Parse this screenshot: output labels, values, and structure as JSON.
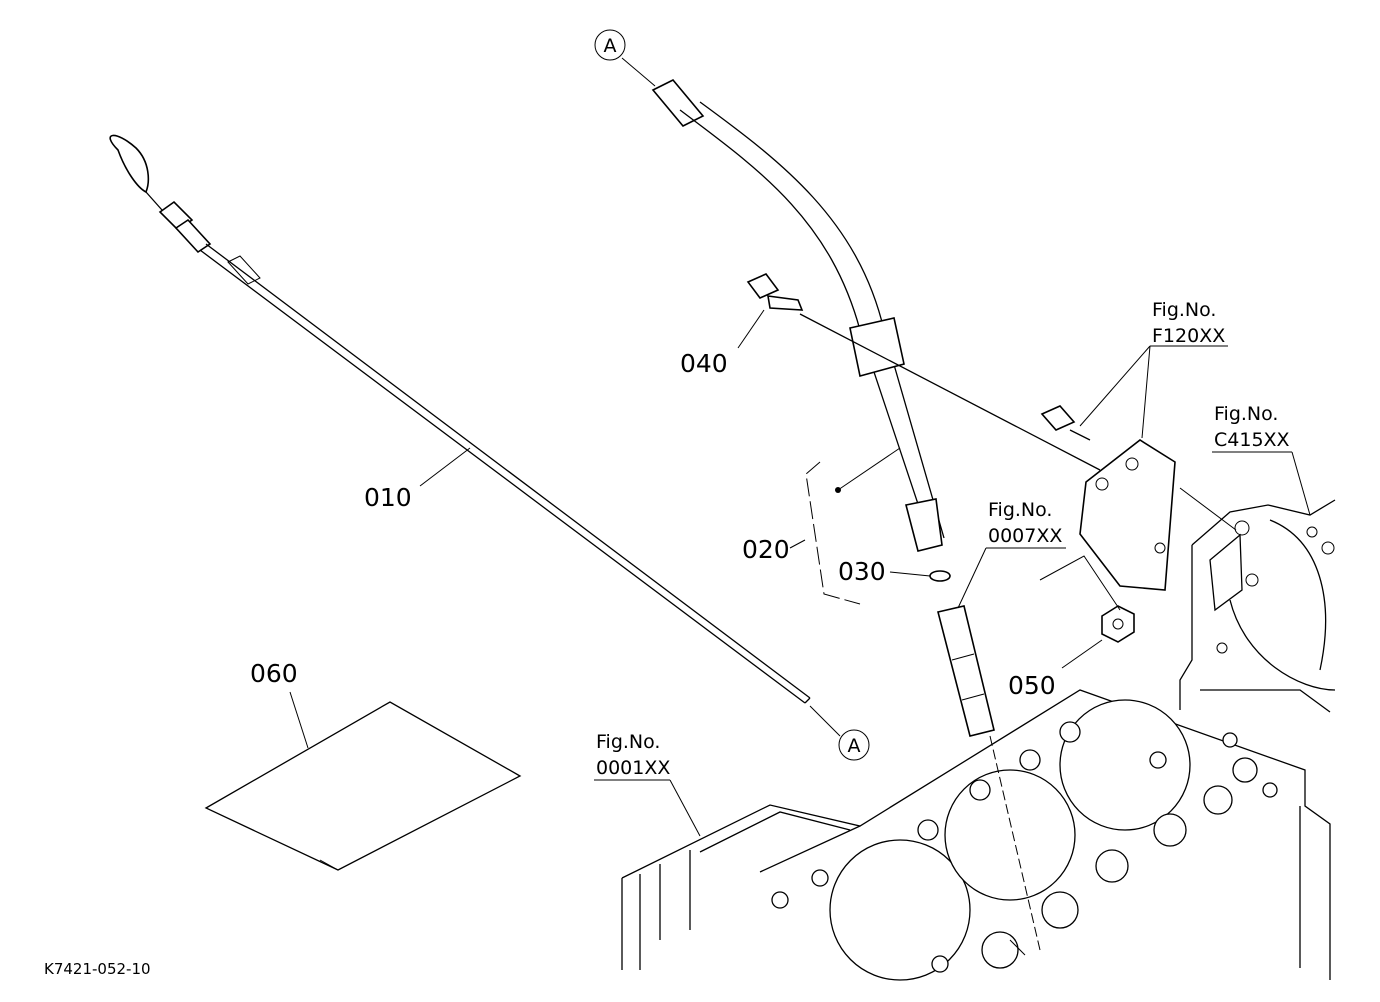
{
  "diagram": {
    "drawing_code": "K7421-052-10",
    "callouts": {
      "p010": "010",
      "p020": "020",
      "p030": "030",
      "p040": "040",
      "p050": "050",
      "p060": "060"
    },
    "connector": {
      "letter": "A"
    },
    "figure_refs": [
      {
        "line1": "Fig.No.",
        "line2": "F120XX"
      },
      {
        "line1": "Fig.No.",
        "line2": "C415XX"
      },
      {
        "line1": "Fig.No.",
        "line2": "0007XX"
      },
      {
        "line1": "Fig.No.",
        "line2": "0001XX"
      }
    ]
  }
}
